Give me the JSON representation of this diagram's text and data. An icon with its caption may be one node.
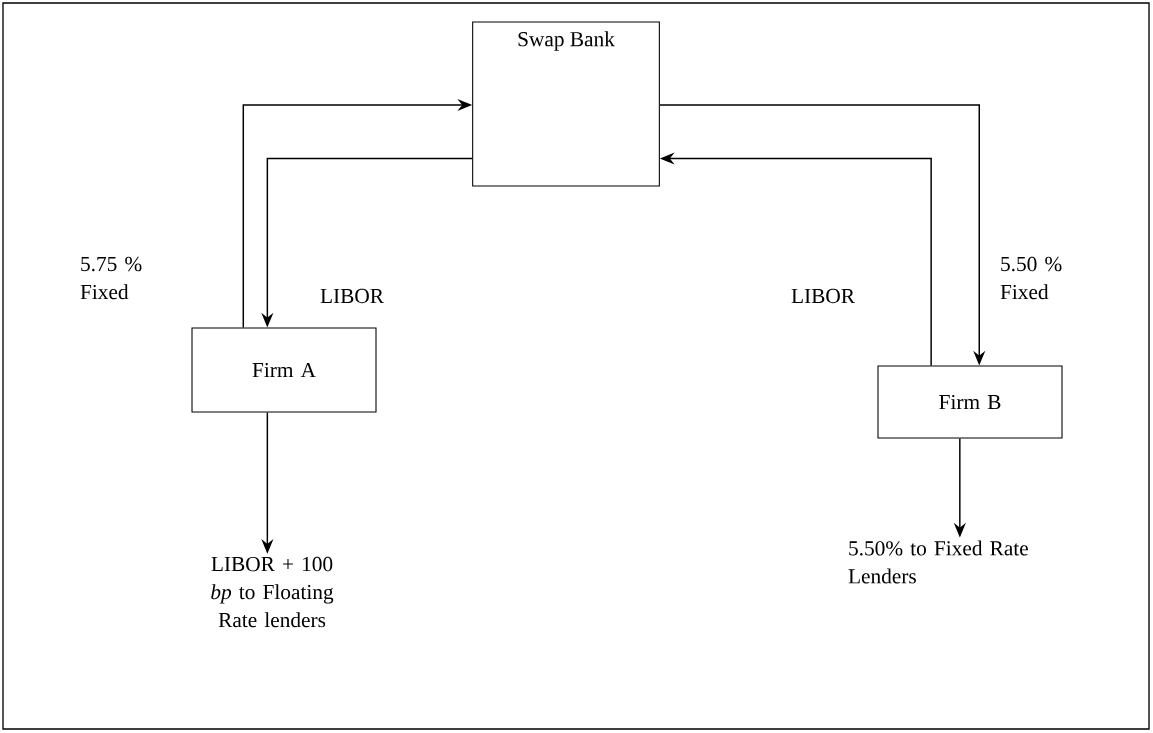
{
  "diagram": {
    "nodes": [
      {
        "text": [
          "Swap Bank"
        ]
      },
      {
        "text": [
          "Firm A"
        ]
      },
      {
        "text": [
          "Firm B"
        ]
      },
      {
        "text": [
          "LIBOR + 100 *bp* to Floating Rate lenders"
        ]
      },
      {
        "text": [
          "5.50% to Fixed Rate Lenders"
        ]
      }
    ],
    "edges": [
      {
        "from": 1,
        "to": 0,
        "arrow": "to",
        "label": "5.75 % Fixed"
      },
      {
        "from": 0,
        "to": 1,
        "arrow": "to",
        "label": "LIBOR"
      },
      {
        "from": 0,
        "to": 2,
        "arrow": "to",
        "label": "5.50 % Fixed"
      },
      {
        "from": 2,
        "to": 0,
        "arrow": "to",
        "label": "LIBOR"
      },
      {
        "from": 1,
        "to": 3,
        "arrow": "to"
      },
      {
        "from": 2,
        "to": 4,
        "arrow": "to"
      }
    ]
  }
}
